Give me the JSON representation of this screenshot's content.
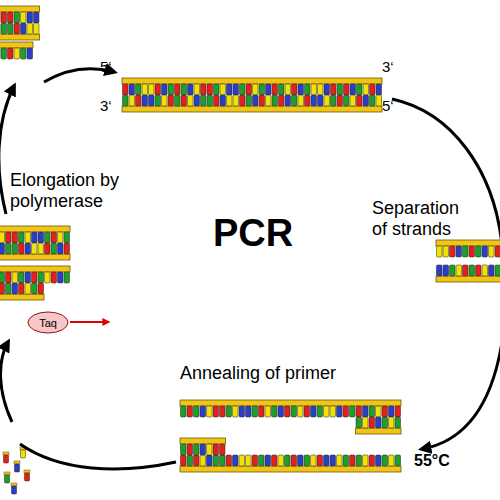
{
  "diagram": {
    "title": "PCR",
    "nodes": [
      {
        "text": [
          "Taq"
        ]
      }
    ],
    "labels": [
      "5‘",
      "3‘",
      "3‘",
      "5‘",
      "Elongation by polymerase",
      "Separation of strands",
      "Annealing of primer",
      "55°C"
    ]
  }
}
